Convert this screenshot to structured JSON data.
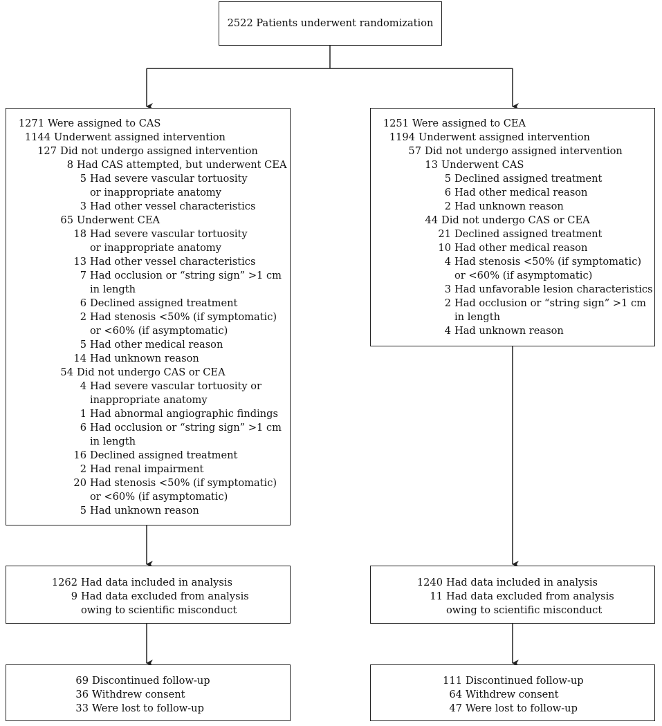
{
  "top": {
    "text": "2522 Patients underwent randomization"
  },
  "cas": {
    "lines": [
      {
        "n": "1271",
        "t": "Were assigned to CAS",
        "lvl": 0
      },
      {
        "n": "1144",
        "t": "Underwent assigned intervention",
        "lvl": 1
      },
      {
        "n": "127",
        "t": "Did not undergo assigned intervention",
        "lvl": 2
      },
      {
        "n": "8",
        "t": "Had CAS attempted, but underwent CEA",
        "lvl": 3
      },
      {
        "n": "5",
        "t": "Had severe vascular tortuosity",
        "lvl": 4
      },
      {
        "n": "",
        "t": "or inappropriate anatomy",
        "lvl": 4
      },
      {
        "n": "3",
        "t": "Had other vessel characteristics",
        "lvl": 4
      },
      {
        "n": "65",
        "t": "Underwent CEA",
        "lvl": 3
      },
      {
        "n": "18",
        "t": "Had severe vascular tortuosity",
        "lvl": 4
      },
      {
        "n": "",
        "t": "or inappropriate anatomy",
        "lvl": 4
      },
      {
        "n": "13",
        "t": "Had other vessel characteristics",
        "lvl": 4
      },
      {
        "n": "7",
        "t": "Had occlusion or “string sign” >1 cm",
        "lvl": 4
      },
      {
        "n": "",
        "t": "in length",
        "lvl": 4
      },
      {
        "n": "6",
        "t": "Declined assigned treatment",
        "lvl": 4
      },
      {
        "n": "2",
        "t": "Had stenosis <50% (if symptomatic)",
        "lvl": 4
      },
      {
        "n": "",
        "t": "or <60% (if asymptomatic)",
        "lvl": 4
      },
      {
        "n": "5",
        "t": "Had other medical reason",
        "lvl": 4
      },
      {
        "n": "14",
        "t": "Had unknown reason",
        "lvl": 4
      },
      {
        "n": "54",
        "t": "Did not undergo CAS or CEA",
        "lvl": 3
      },
      {
        "n": "4",
        "t": "Had severe vascular tortuosity or",
        "lvl": 4
      },
      {
        "n": "",
        "t": "inappropriate anatomy",
        "lvl": 4
      },
      {
        "n": "1",
        "t": "Had abnormal angiographic findings",
        "lvl": 4
      },
      {
        "n": "6",
        "t": "Had occlusion or “string sign” >1 cm",
        "lvl": 4
      },
      {
        "n": "",
        "t": "in length",
        "lvl": 4
      },
      {
        "n": "16",
        "t": "Declined assigned treatment",
        "lvl": 4
      },
      {
        "n": "2",
        "t": "Had renal impairment",
        "lvl": 4
      },
      {
        "n": "20",
        "t": "Had stenosis <50% (if symptomatic)",
        "lvl": 4
      },
      {
        "n": "",
        "t": "or <60% (if asymptomatic)",
        "lvl": 4
      },
      {
        "n": "5",
        "t": "Had unknown reason",
        "lvl": 4
      }
    ],
    "analysis": [
      {
        "n": "1262",
        "t": "Had data included in analysis",
        "lvl": 0
      },
      {
        "n": "9",
        "t": "Had data excluded from analysis",
        "lvl": 0
      },
      {
        "n": "",
        "t": "owing to scientific misconduct",
        "lvl": 0
      }
    ],
    "followup": [
      {
        "n": "69",
        "t": "Discontinued follow-up",
        "lvl": 0
      },
      {
        "n": "36",
        "t": "Withdrew consent",
        "lvl": 0
      },
      {
        "n": "33",
        "t": "Were lost to follow-up",
        "lvl": 0
      }
    ]
  },
  "cea": {
    "lines": [
      {
        "n": "1251",
        "t": "Were assigned to CEA",
        "lvl": 0
      },
      {
        "n": "1194",
        "t": "Underwent assigned intervention",
        "lvl": 1
      },
      {
        "n": "57",
        "t": "Did not undergo assigned intervention",
        "lvl": 2
      },
      {
        "n": "13",
        "t": "Underwent CAS",
        "lvl": 3
      },
      {
        "n": "5",
        "t": "Declined assigned treatment",
        "lvl": 4
      },
      {
        "n": "6",
        "t": "Had other medical reason",
        "lvl": 4
      },
      {
        "n": "2",
        "t": "Had unknown reason",
        "lvl": 4
      },
      {
        "n": "44",
        "t": "Did not undergo CAS or CEA",
        "lvl": 3
      },
      {
        "n": "21",
        "t": "Declined assigned treatment",
        "lvl": 4
      },
      {
        "n": "10",
        "t": "Had other medical reason",
        "lvl": 4
      },
      {
        "n": "4",
        "t": "Had stenosis <50% (if symptomatic)",
        "lvl": 4
      },
      {
        "n": "",
        "t": "or <60% (if asymptomatic)",
        "lvl": 4
      },
      {
        "n": "3",
        "t": "Had unfavorable lesion characteristics",
        "lvl": 4
      },
      {
        "n": "2",
        "t": "Had occlusion or “string sign” >1 cm",
        "lvl": 4
      },
      {
        "n": "",
        "t": "in length",
        "lvl": 4
      },
      {
        "n": "4",
        "t": "Had unknown reason",
        "lvl": 4
      }
    ],
    "analysis": [
      {
        "n": "1240",
        "t": "Had data included in analysis",
        "lvl": 0
      },
      {
        "n": "11",
        "t": "Had data excluded from analysis",
        "lvl": 0
      },
      {
        "n": "",
        "t": "owing to scientific misconduct",
        "lvl": 0
      }
    ],
    "followup": [
      {
        "n": "111",
        "t": "Discontinued follow-up",
        "lvl": 0
      },
      {
        "n": "64",
        "t": "Withdrew consent",
        "lvl": 0
      },
      {
        "n": "47",
        "t": "Were lost to follow-up",
        "lvl": 0
      }
    ]
  }
}
